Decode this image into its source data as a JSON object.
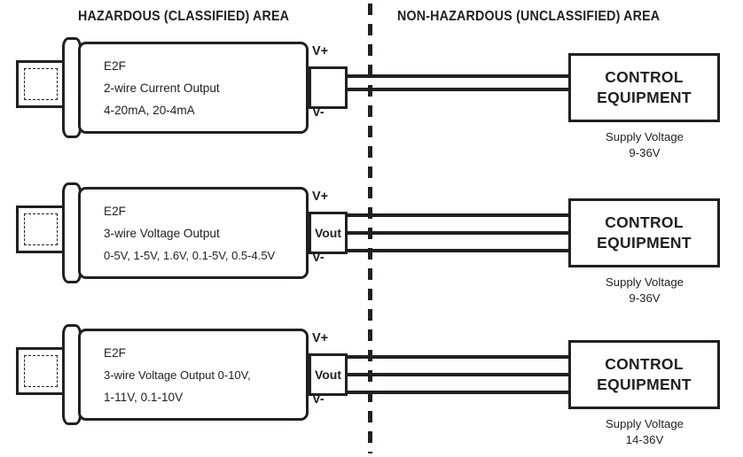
{
  "headers": {
    "left": "HAZARDOUS (CLASSIFIED) AREA",
    "right": "NON-HAZARDOUS (UNCLASSIFIED) AREA"
  },
  "colors": {
    "ink": "#231f20",
    "background": "#ffffff"
  },
  "rows": [
    {
      "sensor": {
        "model": "E2F",
        "description": "2-wire Current Output",
        "ranges": "4-20mA, 20-4mA",
        "line3": ""
      },
      "terminals": {
        "top": "V+",
        "middle": "",
        "bottom": "V-"
      },
      "wire_count": 2,
      "control": {
        "line1": "CONTROL",
        "line2": "EQUIPMENT",
        "supply_label": "Supply Voltage",
        "supply_value": "9-36V"
      }
    },
    {
      "sensor": {
        "model": "E2F",
        "description": "3-wire Voltage Output",
        "ranges": "0-5V, 1-5V, 1.6V, 0.1-5V, 0.5-4.5V",
        "line3": ""
      },
      "terminals": {
        "top": "V+",
        "middle": "Vout",
        "bottom": "V-"
      },
      "wire_count": 3,
      "control": {
        "line1": "CONTROL",
        "line2": "EQUIPMENT",
        "supply_label": "Supply Voltage",
        "supply_value": "9-36V"
      }
    },
    {
      "sensor": {
        "model": "E2F",
        "description": "3-wire Voltage Output 0-10V,",
        "ranges": "1-11V, 0.1-10V",
        "line3": ""
      },
      "terminals": {
        "top": "V+",
        "middle": "Vout",
        "bottom": "V-"
      },
      "wire_count": 3,
      "control": {
        "line1": "CONTROL",
        "line2": "EQUIPMENT",
        "supply_label": "Supply Voltage",
        "supply_value": "14-36V"
      }
    }
  ]
}
